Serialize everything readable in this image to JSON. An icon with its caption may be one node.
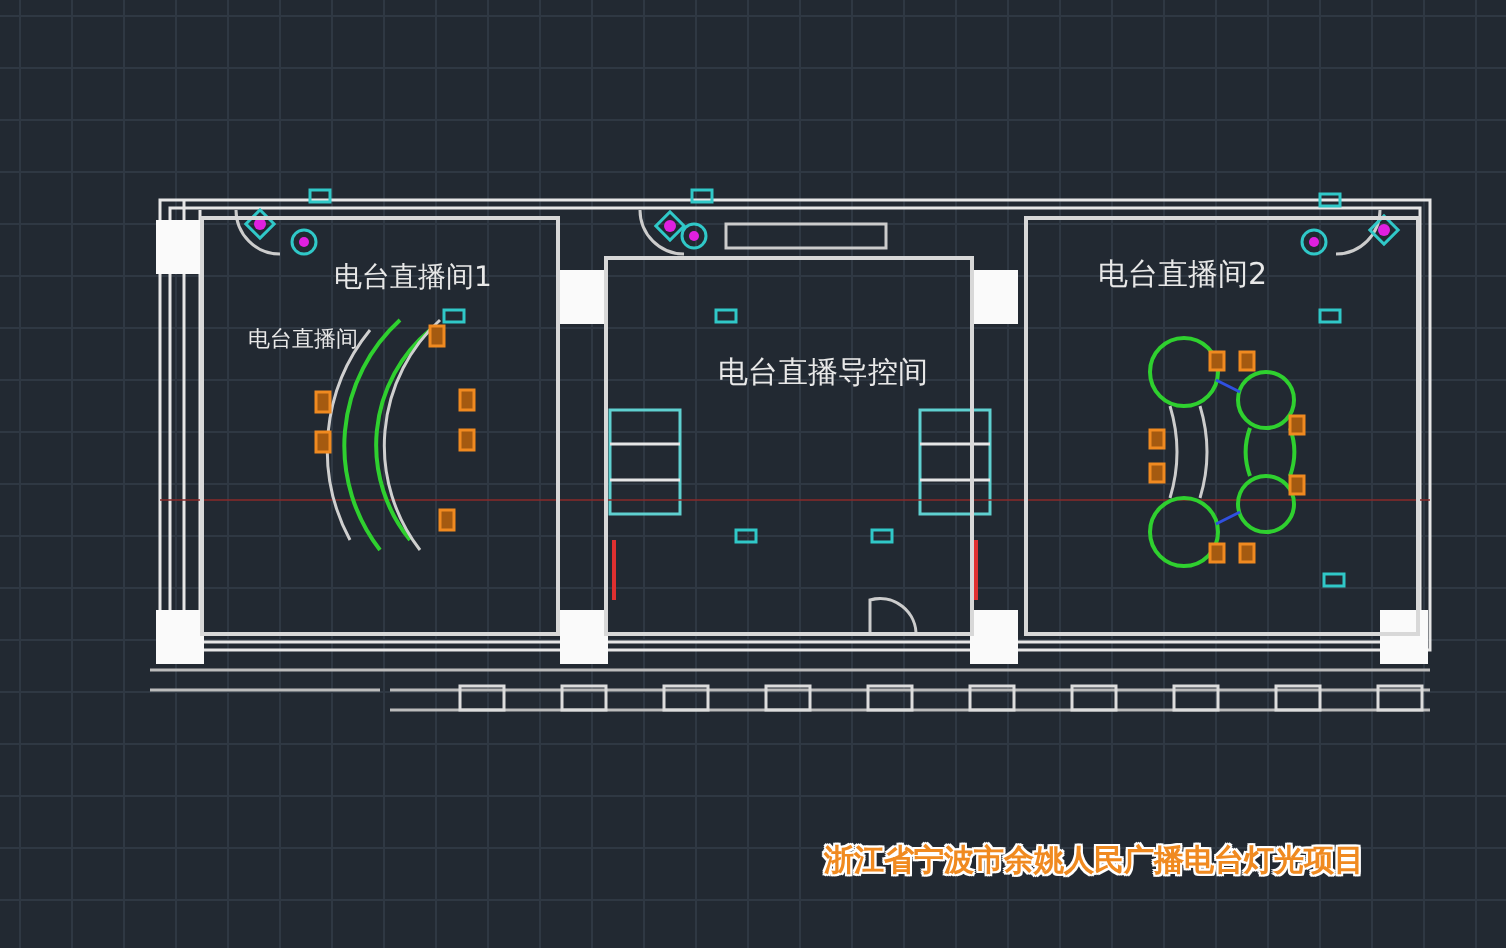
{
  "diagram": {
    "caption": "浙江省宁波市余姚人民广播电台灯光项目",
    "nodes": [
      {
        "text": [
          "电台直播间1",
          "电台直播间"
        ]
      },
      {
        "text": [
          "电台直播导控间"
        ]
      },
      {
        "text": [
          "电台直播间2"
        ]
      }
    ]
  }
}
